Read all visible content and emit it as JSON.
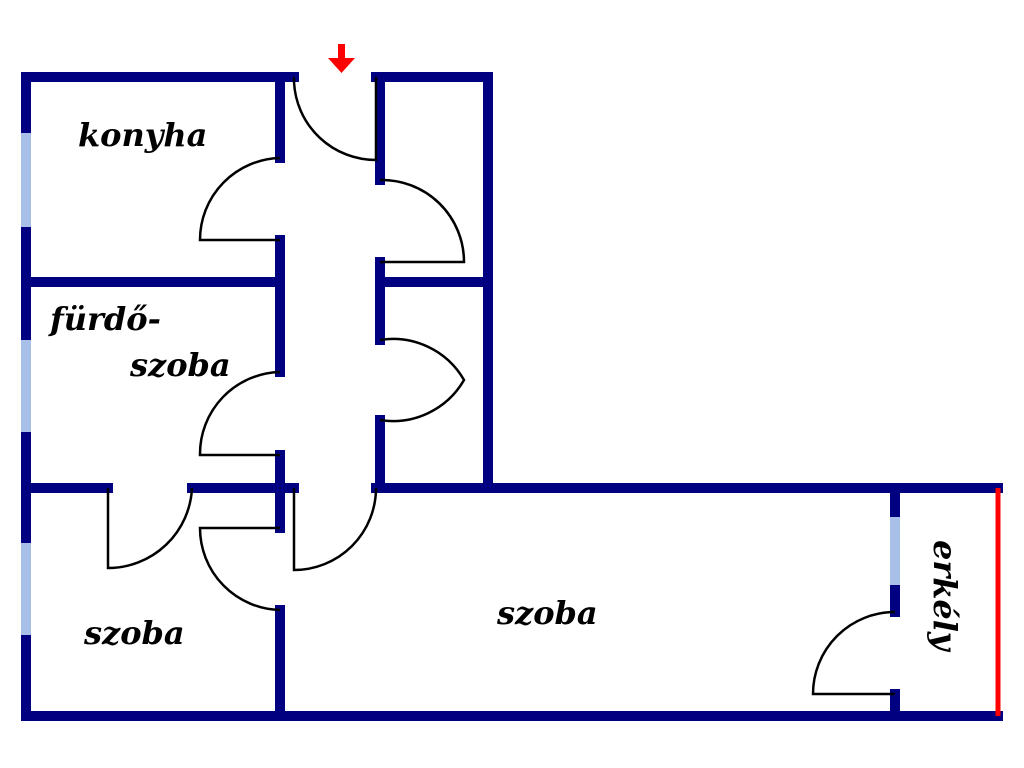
{
  "rooms": {
    "kitchen": "konyha",
    "bathroom_line1": "fürdő-",
    "bathroom_line2": "szoba",
    "small_room": "szoba",
    "large_room": "szoba",
    "balcony": "erkély"
  },
  "colors": {
    "wall": "#000080",
    "window": "#a8bfe8",
    "balcony_edge": "#ff0000",
    "entrance_arrow": "#ff0000",
    "door": "#000000"
  },
  "icons": {
    "entrance": "arrow-down-icon"
  }
}
